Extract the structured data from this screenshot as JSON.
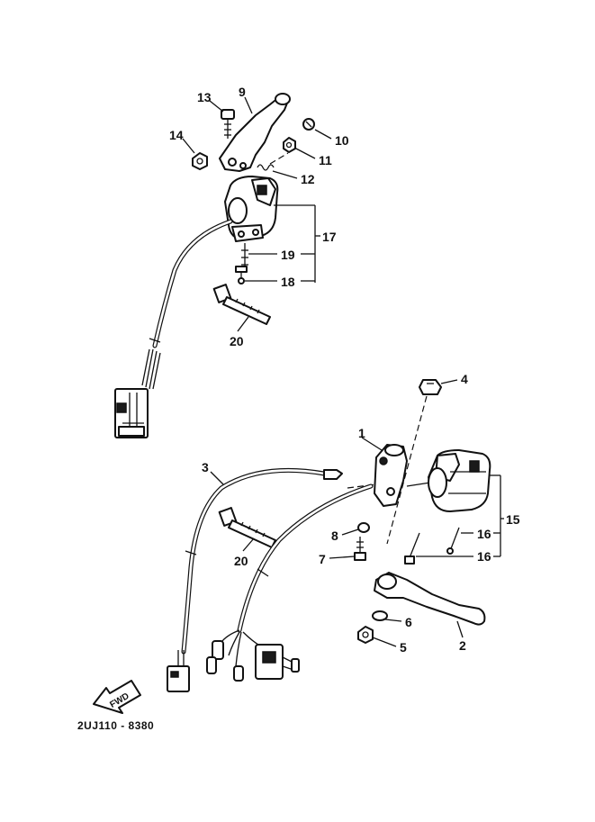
{
  "callouts": {
    "c1": "1",
    "c2": "2",
    "c3": "3",
    "c4": "4",
    "c5": "5",
    "c6": "6",
    "c7": "7",
    "c8": "8",
    "c9": "9",
    "c10": "10",
    "c11": "11",
    "c12": "12",
    "c13": "13",
    "c14": "14",
    "c15": "15",
    "c16a": "16",
    "c16b": "16",
    "c17": "17",
    "c18": "18",
    "c19": "19",
    "c20a": "20",
    "c20b": "20"
  },
  "fwd_label": "FWD",
  "diagram_code": "2UJ110 - 8380"
}
